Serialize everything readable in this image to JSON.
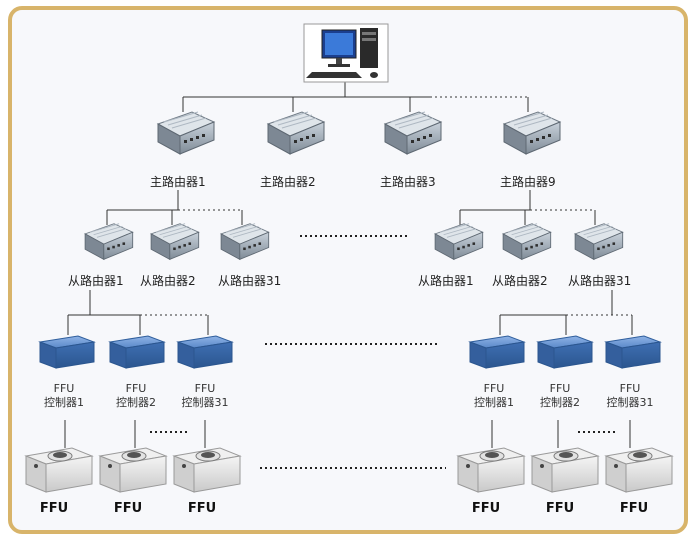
{
  "diagram": {
    "main_routers": [
      "主路由器1",
      "主路由器2",
      "主路由器3",
      "主路由器9"
    ],
    "left_sub_routers": [
      "从路由器1",
      "从路由器2",
      "从路由器31"
    ],
    "right_sub_routers": [
      "从路由器1",
      "从路由器2",
      "从路由器31"
    ],
    "left_controllers": [
      {
        "line1": "FFU",
        "line2": "控制器1"
      },
      {
        "line1": "FFU",
        "line2": "控制器2"
      },
      {
        "line1": "FFU",
        "line2": "控制器31"
      }
    ],
    "right_controllers": [
      {
        "line1": "FFU",
        "line2": "控制器1"
      },
      {
        "line1": "FFU",
        "line2": "控制器2"
      },
      {
        "line1": "FFU",
        "line2": "控制器31"
      }
    ],
    "ffu_label": "FFU"
  },
  "colors": {
    "frame": "#d8b46a",
    "router_body": "#9aa6b2",
    "controller_body": "#5b89c9",
    "line": "#333333"
  }
}
